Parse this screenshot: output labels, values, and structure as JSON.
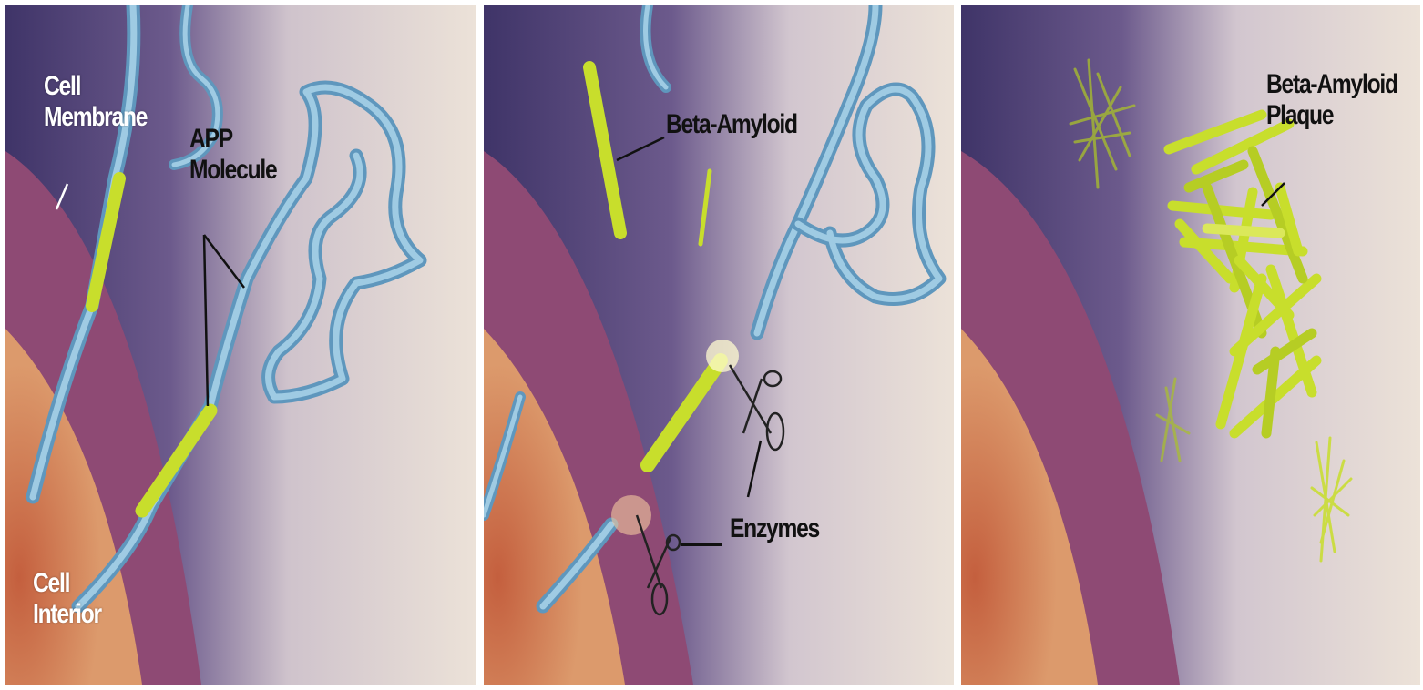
{
  "panels": [
    {
      "labels": {
        "cell_membrane": [
          "Cell",
          "Membrane"
        ],
        "app_molecule": [
          "APP",
          "Molecule"
        ],
        "cell_interior": [
          "Cell",
          "Interior"
        ]
      }
    },
    {
      "labels": {
        "beta_amyloid": "Beta-Amyloid",
        "enzymes": "Enzymes"
      }
    },
    {
      "labels": {
        "plaque": [
          "Beta-Amyloid",
          "Plaque"
        ]
      }
    }
  ],
  "colors": {
    "membrane": "#8e4a74",
    "interior": "#c86b45",
    "background": "#e9ddd3",
    "dark_band": "#4a3a6e",
    "app_protein": "#7fb3d4",
    "beta_amyloid": "#c8de2c"
  }
}
